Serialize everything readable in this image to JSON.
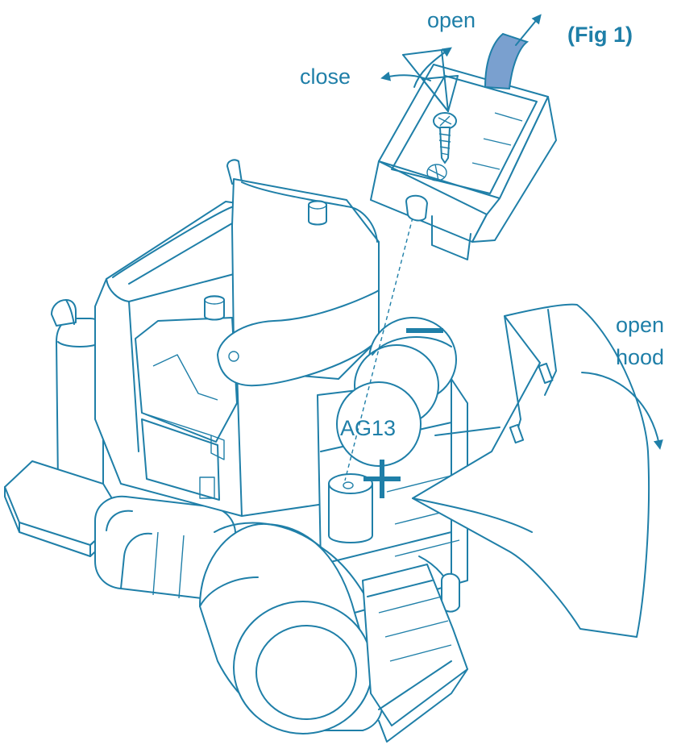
{
  "labels": {
    "open_cover": "open",
    "close_cover": "close",
    "figure": "(Fig 1)",
    "open_hood_line1": "open",
    "open_hood_line2": "hood",
    "battery_type": "AG13"
  },
  "icons": {
    "negative": "minus-sign-icon",
    "positive": "plus-sign-icon",
    "screw": "phillips-screw-icon"
  },
  "colors": {
    "line": "#1f7fa8",
    "cover_tab": "#7aa0cf",
    "background": "#ffffff"
  }
}
